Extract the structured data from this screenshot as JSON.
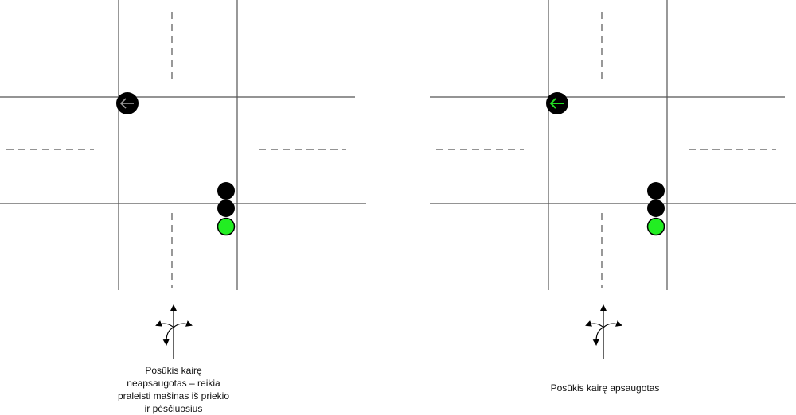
{
  "panels": [
    {
      "caption_lines": [
        "Posūkis kairę",
        "neapsaugotas – reikia",
        "praleisti mašinas iš priekio",
        "ir pėsčiuosius"
      ],
      "arrow_signal_color": "#9a9a9a",
      "main_light_states": [
        "off",
        "off",
        "green"
      ]
    },
    {
      "caption_lines": [
        "Posūkis kairę apsaugotas"
      ],
      "arrow_signal_color": "#22dd22",
      "main_light_states": [
        "off",
        "off",
        "green"
      ]
    }
  ],
  "colors": {
    "road_line": "#555555",
    "green": "#22ee22",
    "off": "#000000"
  }
}
